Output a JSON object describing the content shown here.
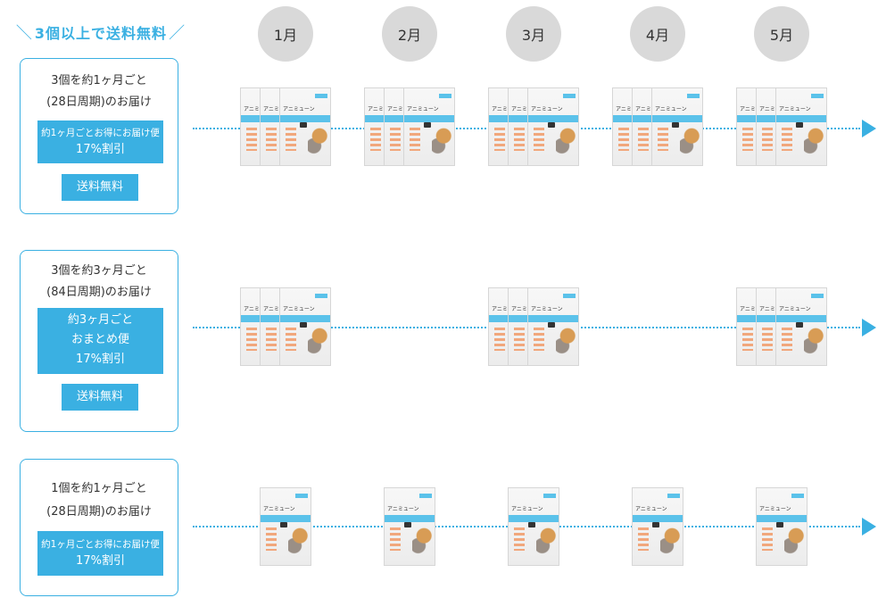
{
  "header": {
    "slash_left": "＼",
    "text": "3個以上で送料無料",
    "slash_right": "／"
  },
  "months": [
    "1月",
    "2月",
    "3月",
    "4月",
    "5月"
  ],
  "plans": [
    {
      "title_line1": "3個を約1ヶ月ごと",
      "title_line2": "(28日周期)のお届け",
      "discount_lines": [
        "約1ヶ月ごとお得にお届け便",
        "17%割引"
      ],
      "free_shipping": "送料無料",
      "delivery_months": [
        "1月",
        "2月",
        "3月",
        "4月",
        "5月"
      ],
      "items_per_delivery": 3
    },
    {
      "title_line1": "3個を約3ヶ月ごと",
      "title_line2": "(84日周期)のお届け",
      "discount_lines": [
        "約3ヶ月ごと",
        "おまとめ便",
        "17%割引"
      ],
      "free_shipping": "送料無料",
      "delivery_months": [
        "1月",
        "3月",
        "5月"
      ],
      "items_per_delivery": 3
    },
    {
      "title_line1": "1個を約1ヶ月ごと",
      "title_line2": "(28日周期)のお届け",
      "discount_lines": [
        "約1ヶ月ごとお得にお届け便",
        "17%割引"
      ],
      "free_shipping": "",
      "delivery_months": [
        "1月",
        "2月",
        "3月",
        "4月",
        "5月"
      ],
      "items_per_delivery": 1
    }
  ],
  "product": {
    "brand": "アニミューン",
    "icon": "product-package-icon"
  },
  "colors": {
    "accent": "#3ab0e2",
    "month_circle": "#d9d9d9"
  }
}
